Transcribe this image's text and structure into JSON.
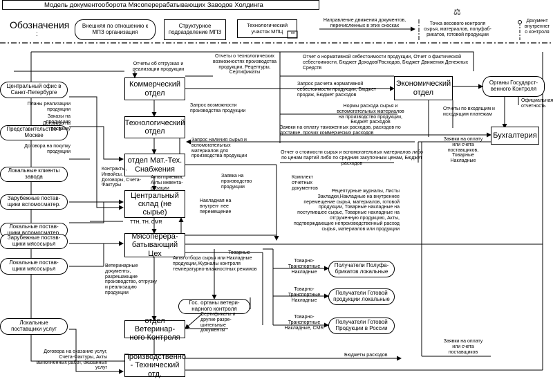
{
  "title": "Модель документооборота Мясоперерабатывающих Заводов Холдинга",
  "legend": {
    "heading": "Обозначения",
    "colon": ":",
    "external_org": "Внешняя по отношению к МПЗ организация",
    "structural_unit": "Структурное подразделение МПЗ",
    "tech_section": "Технологический участок МПЦ",
    "tech_section_tag": "пл",
    "doc_flow": "Направление движения документов, перечисленных в этих сносках",
    "weighing_point": "Точка весового контроля сырья, материалов, полуфаб-рикатов, готовой продукции",
    "internal_doc": "Документ внутреннег о контроля"
  },
  "nodes": {
    "commercial": "Коммерческий отдел",
    "technological": "Технологический отдел",
    "mts": "отдел Мат.-Тех. Снабжения",
    "central_warehouse": "Центральный склад (не сырье)",
    "meat_shop": "Мясоперера-батывающий Цех",
    "veterinary": "отдел Ветеринар- ного Контроля",
    "production_tech": "Производственно - Технический отд.",
    "economic": "Экономический отдел",
    "accounting": "Бухгалтерия",
    "central_office": "Центральный офис в Санкт-Петербурге",
    "moscow_office": "Представительство в Москве",
    "local_clients": "Локальные клиенты завода",
    "foreign_aux": "Зарубежные постав-щики вспомог.матер.",
    "local_aux": "Локальные постав- щики вспомог.матер.",
    "foreign_meat": "Зарубежные постав-щики мясосырья",
    "local_meat": "Локальные постав- щики мясосырья",
    "local_services": "Локальные поставщики услуг",
    "gov_control": "Органы Государст-венного Контроля",
    "gov_vet": "Гос. органы ветери-нарного контроля",
    "recv_semi": "Получатели Полуфа-брикатов локальные",
    "recv_local": "Получатели Готовой продукции локальные",
    "recv_russia": "Получатели Готовой Продукции в России"
  },
  "labels": {
    "l1": "Отчеты об отгрузках и реализации продукции",
    "l2": "Отчеты о технологических возможностях производства продукции, Рецептуры, Сертификаты",
    "l3": "Отчет о нормативной себестоимости продукции, Отчет о фактической себестоимости, Бюджет Доходов/Расходов, Бюджет Движения Денежных Средств",
    "l4": "Запрос расчета нормативной себестоимости продукции, Бюджет продаж, Бюджет расходов",
    "l5": "Запрос возможности производства продукции",
    "l6": "Нормы расхода сырья и вспомогательных материалов на производство продукции, Бюджет расходов",
    "l7": "Запрос наличия сырья и вспомогательных материалов для производства продукции",
    "l8": "Заявки на оплату таможенных расходов, расходов по доставке, прочих коммерческих расходов",
    "l9": "Отчет о стоимости сырья и вспомогательных материалов либо по ценам партий либо по средним закупочным ценам, Бюджет расходов",
    "l10": "Отчеты по входящим и исходящим платежам",
    "l11": "Официальная отчетность",
    "l12": "Заявки на оплату или счета поставщиков, Товарные Накладные",
    "l13": "Планы реализации продукции",
    "l14": "Заказы на продукцию",
    "l15": "Договора на поставку",
    "l16": "Договора на покупку продукции",
    "l17": "Контракты, Инвойсы, Договоры, Счета-Фактуры",
    "l18": "Акты приемки, Акты инвента-ризации",
    "l19": "Заявка на производство продукции",
    "l20": "Накладная на внутрен- нее перемещение",
    "l21": "ТТН, ТН, CMR",
    "l22": "Комплект отчетных документов",
    "l23": "Рецептурные журналы, Листы Закладки,Накладные на внутреннее перемещение сырья, материалов, готовой продукции, Товарные накладные на поступившее сырье, Товарные накладные на отгруженную продукцию, Акты, подтверждающие непроизводственный расход сырья, материалов или продукции",
    "l24": "Товарные Накладные",
    "l25": "Ветеринарные документы, разрешающие производство, отгрузку и реализацию продукции",
    "l26": "Акты отбора сырья или продукции,Журналы контроля температурно-влажностных режимов",
    "l27": "Сертификаты и другие разре-шительные документы",
    "l28": "Товарно-Транспортные Накладные",
    "l29": "Товарно-Транспортные Накладные",
    "l30": "Товарно-Транспортные Накладные, CMR",
    "l31": "Бюджеты расходов",
    "l32": "Заявки на оплату или счета поставщиков",
    "l33": "Договора на оказание услуг, Счета-Фактуры, Акты выполненных работ, оказанных услуг"
  }
}
